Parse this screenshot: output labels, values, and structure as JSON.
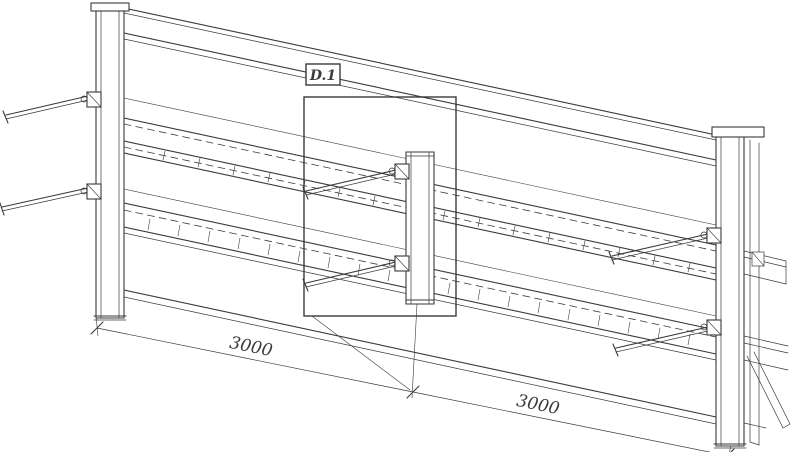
{
  "colors": {
    "line": "#3a3a3a",
    "paper": "#ffffff"
  },
  "drawing": {
    "detail_label": "D.1",
    "dimensions": {
      "span1": "3000",
      "span2": "3000"
    }
  }
}
